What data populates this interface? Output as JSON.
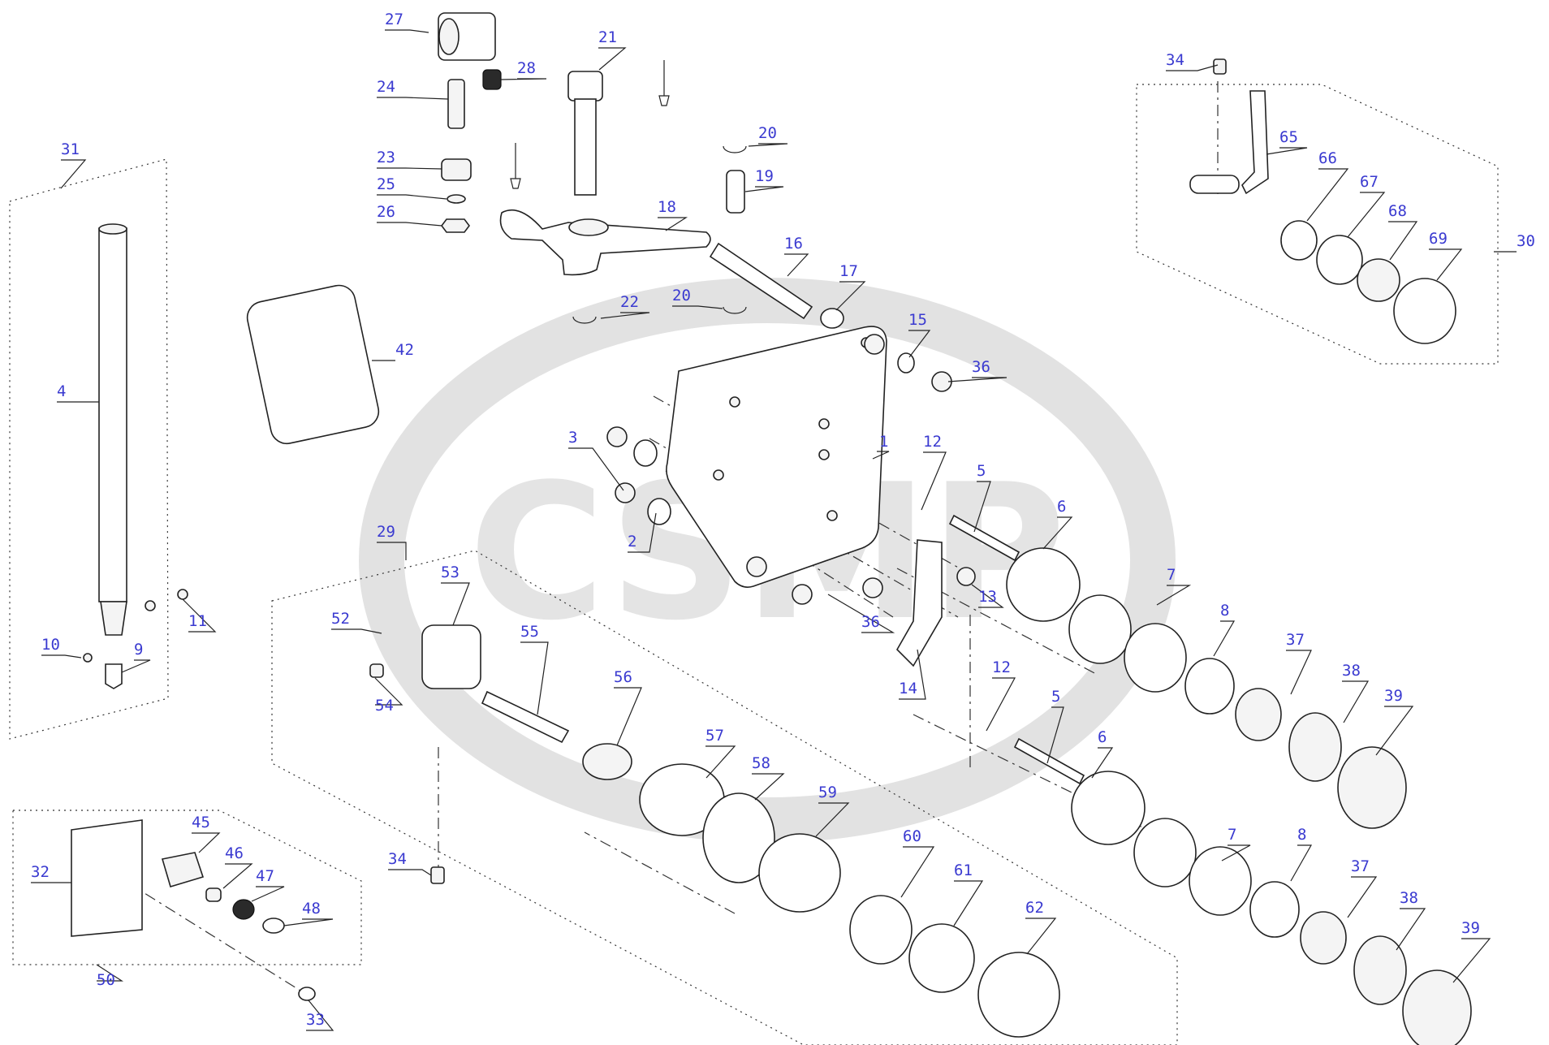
{
  "watermark": {
    "text": "CSMP"
  },
  "labels": [
    "1",
    "2",
    "3",
    "4",
    "5",
    "5",
    "6",
    "6",
    "7",
    "7",
    "8",
    "8",
    "9",
    "10",
    "11",
    "12",
    "12",
    "13",
    "14",
    "15",
    "16",
    "17",
    "18",
    "19",
    "20",
    "20",
    "21",
    "22",
    "23",
    "24",
    "25",
    "26",
    "27",
    "28",
    "29",
    "30",
    "31",
    "32",
    "33",
    "34",
    "34",
    "36",
    "36",
    "37",
    "37",
    "38",
    "38",
    "39",
    "39",
    "42",
    "45",
    "46",
    "47",
    "48",
    "50",
    "52",
    "53",
    "54",
    "55",
    "56",
    "57",
    "58",
    "59",
    "60",
    "61",
    "62",
    "65",
    "66",
    "67",
    "68",
    "69"
  ]
}
